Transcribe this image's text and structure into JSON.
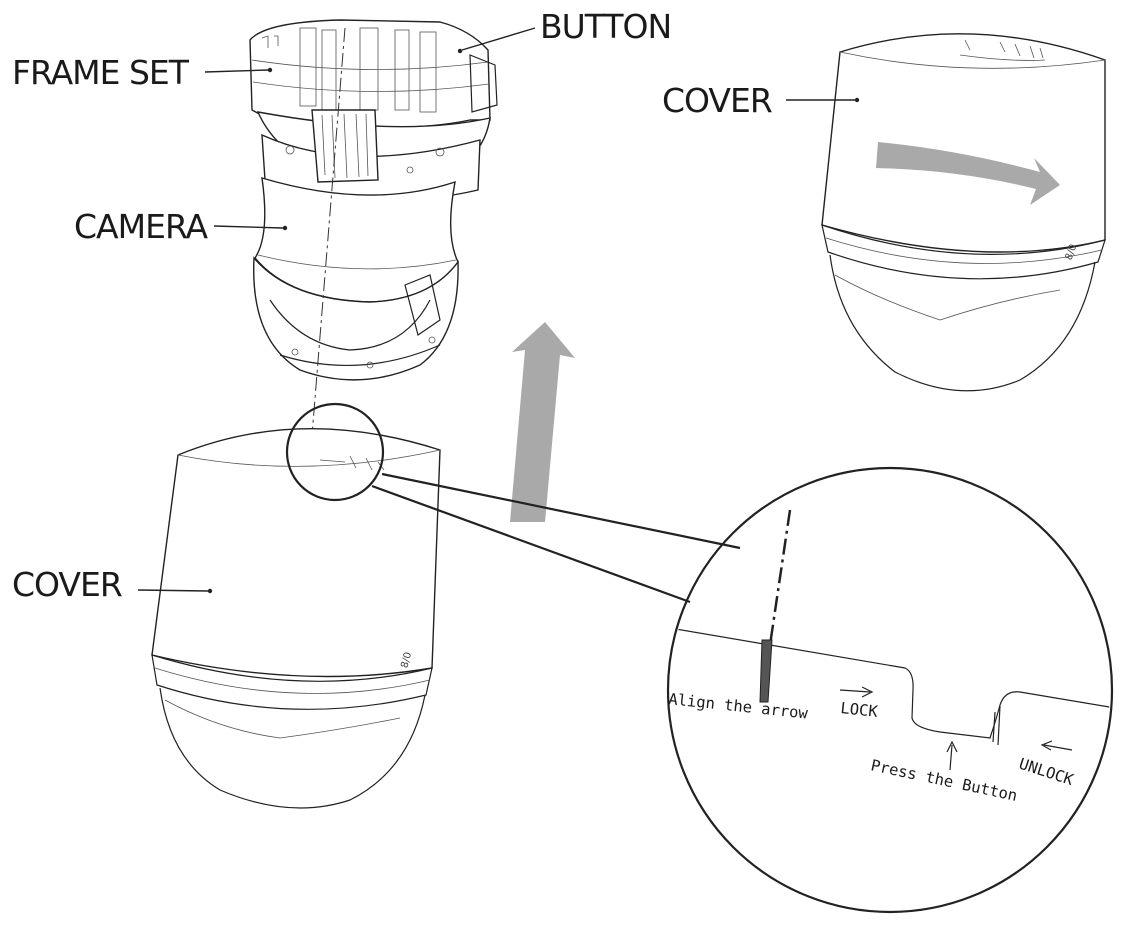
{
  "labels": {
    "frame_set": "FRAME SET",
    "button": "BUTTON",
    "camera": "CAMERA",
    "cover_top": "COVER",
    "cover_left": "COVER"
  },
  "detail": {
    "align": "Align the arrow",
    "lock": "LOCK",
    "unlock": "UNLOCK",
    "press": "Press the Button"
  },
  "colors": {
    "line": "#222222",
    "arrow_fill": "#a9a9a9",
    "background": "#ffffff"
  }
}
